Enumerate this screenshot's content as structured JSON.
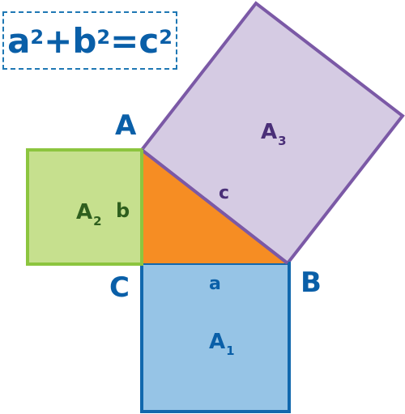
{
  "formula": {
    "a": "a",
    "b": "b",
    "c": "c",
    "exp": "2",
    "plus": "+",
    "eq": "="
  },
  "vertices": {
    "A": "A",
    "B": "B",
    "C": "C"
  },
  "sides": {
    "a": "a",
    "b": "b",
    "c": "c"
  },
  "areas": {
    "A1": {
      "main": "A",
      "sub": "1"
    },
    "A2": {
      "main": "A",
      "sub": "2"
    },
    "A3": {
      "main": "A",
      "sub": "3"
    }
  },
  "colors": {
    "blue_fill": "#96c4e6",
    "blue_stroke": "#1268ad",
    "green_fill": "#c6e08e",
    "green_stroke": "#8cc53f",
    "purple_fill": "#d5cbe3",
    "purple_stroke": "#7b59a6",
    "orange_fill": "#f68d23",
    "label_blue": "#0a5fa8",
    "label_green": "#2f5f1e",
    "label_purple": "#4a2f78"
  }
}
